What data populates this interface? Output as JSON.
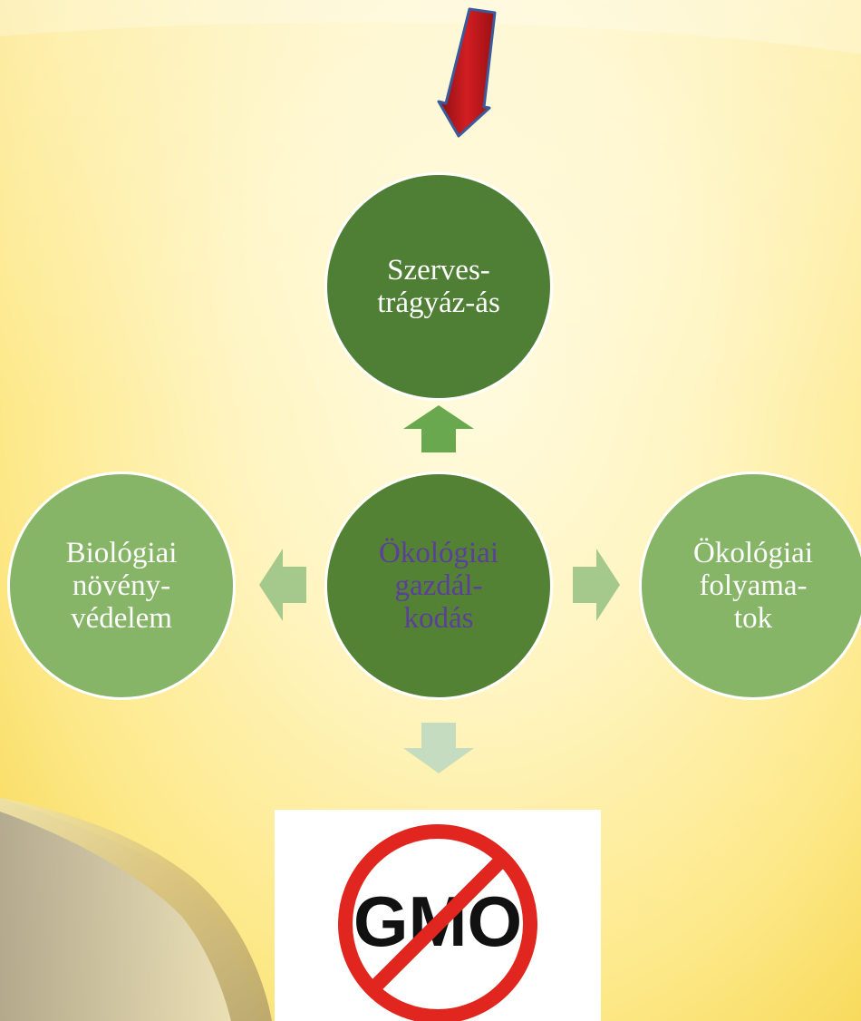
{
  "diagram": {
    "center": {
      "lines": [
        "Ökológiai",
        "gazdál-",
        "kodás"
      ]
    },
    "top": {
      "lines": [
        "Szerves-",
        "trágyáz-ás"
      ]
    },
    "left": {
      "lines": [
        "Biológiai",
        "növény-",
        "védelem"
      ]
    },
    "right": {
      "lines": [
        "Ökológiai",
        "folyama-",
        "tok"
      ]
    }
  },
  "logo": {
    "text": "GMO"
  },
  "colors": {
    "node_dark": "#4f7f34",
    "node_light": "#86b567",
    "center_text": "#5b3f99",
    "arrow_red": "#c0181c",
    "prohibition_red": "#e0261e"
  }
}
